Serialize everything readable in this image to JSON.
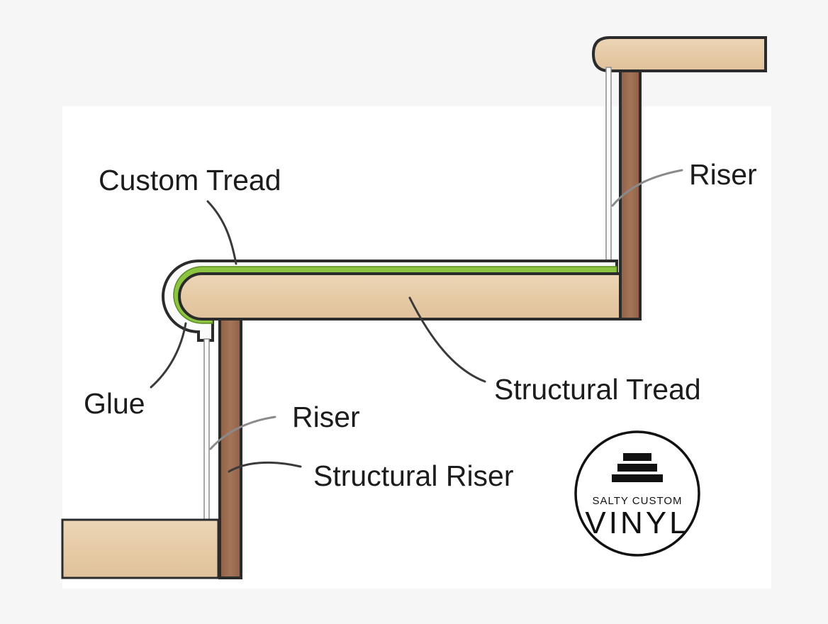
{
  "labels": {
    "custom_tread": "Custom Tread",
    "riser_top": "Riser",
    "structural_tread": "Structural Tread",
    "glue": "Glue",
    "riser_bottom": "Riser",
    "structural_riser": "Structural Riser"
  },
  "logo": {
    "line1": "SALTY CUSTOM",
    "line2": "VINYL"
  },
  "colors": {
    "light_wood": "#e8cfad",
    "dark_wood": "#9b6c4f",
    "glue": "#8cc341",
    "outline": "#2b2b2b",
    "background": "#f6f6f6"
  }
}
